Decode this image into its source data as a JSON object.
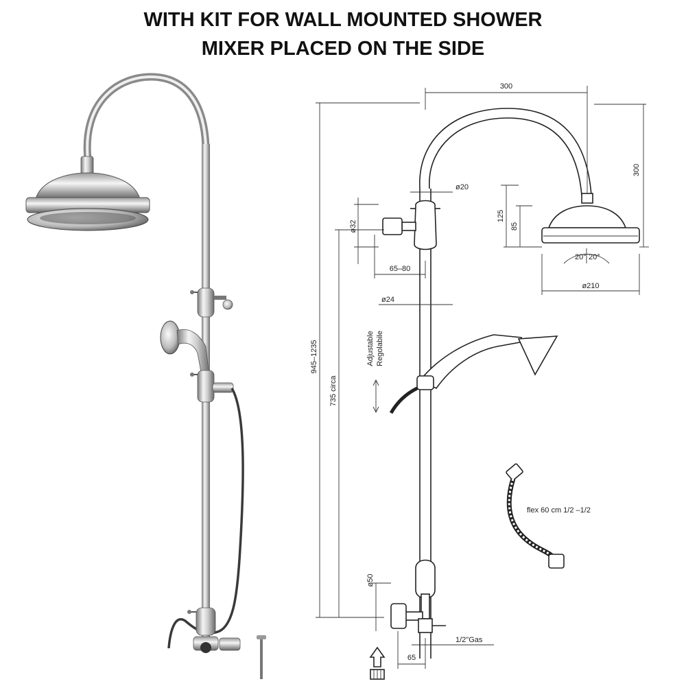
{
  "heading": {
    "line1": "WITH KIT FOR WALL MOUNTED SHOWER",
    "line2": "MIXER PLACED ON THE SIDE"
  },
  "dimensions": {
    "arm_reach": "300",
    "arm_height": "300",
    "pipe_top_dia": "ø20",
    "head_height_total": "125",
    "head_height": "85",
    "tilt_left": "20°",
    "tilt_right": "20°",
    "head_dia": "ø210",
    "wall_flange_dia": "ø32",
    "wall_offset": "65–80",
    "pipe_dia": "ø24",
    "adjustable_en": "Adjustable",
    "adjustable_it": "Regolabile",
    "total_height": "945–1235",
    "rail_height": "735 circa",
    "mixer_dia": "ø50",
    "inlet_thread": "1/2\"Gas",
    "mixer_offset": "65",
    "hose_spec": "flex 60 cm  1/2 –1/2"
  },
  "colors": {
    "line": "#222222",
    "chrome_light": "#f2f2f2",
    "chrome_dark": "#6d6d6d"
  }
}
